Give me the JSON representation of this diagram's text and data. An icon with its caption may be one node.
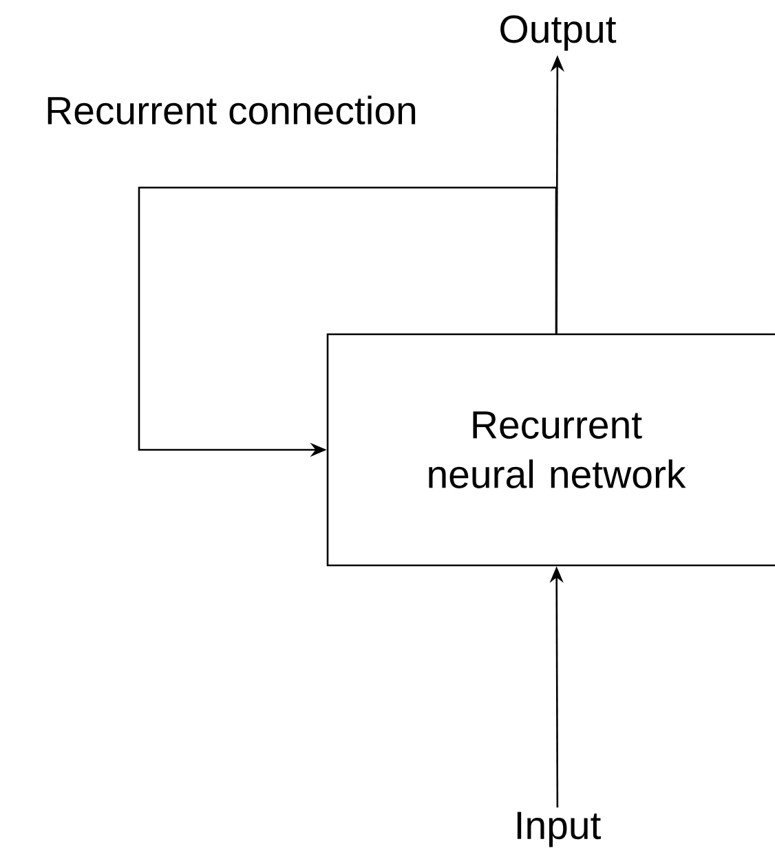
{
  "diagram": {
    "nodes": [
      {
        "text": [
          "Output"
        ]
      },
      {
        "text": [
          "Recurrent neural network"
        ]
      },
      {
        "text": [
          "Input"
        ]
      }
    ],
    "edges": [
      {
        "from": 1,
        "to": 0,
        "arrow": "to"
      },
      {
        "from": 2,
        "to": 1,
        "arrow": "to"
      },
      {
        "from": 1,
        "to": 1,
        "arrow": "to",
        "label": "Recurrent connection"
      }
    ]
  }
}
